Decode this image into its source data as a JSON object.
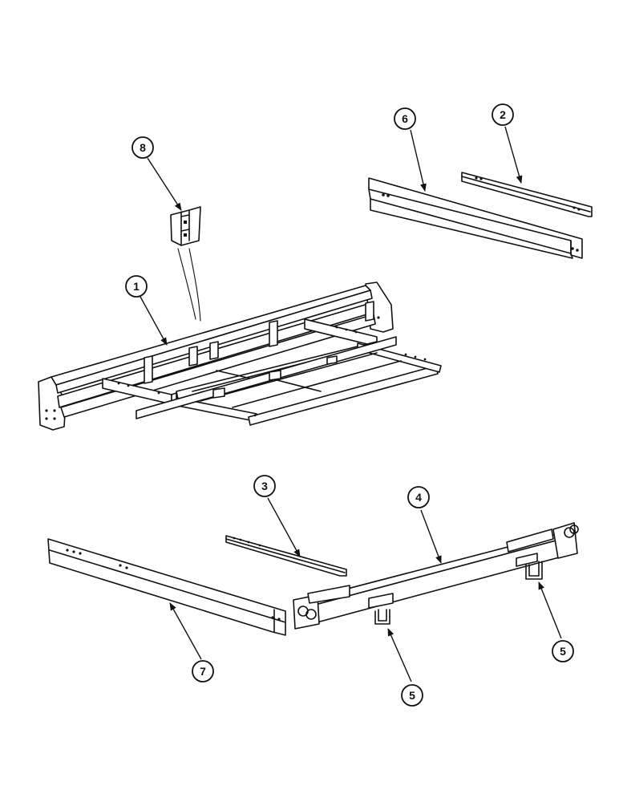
{
  "callouts": {
    "c1": "1",
    "c2": "2",
    "c3": "3",
    "c4": "4",
    "c5a": "5",
    "c5b": "5",
    "c6": "6",
    "c7": "7",
    "c8": "8"
  },
  "colors": {
    "ink": "#111111",
    "paper": "#ffffff"
  }
}
